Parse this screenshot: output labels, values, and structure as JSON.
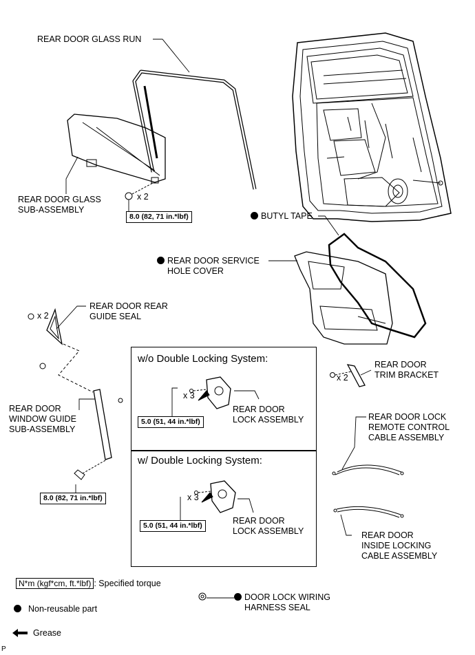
{
  "labels": {
    "glass_run": "REAR DOOR GLASS RUN",
    "glass_sub_1": "REAR DOOR GLASS",
    "glass_sub_2": "SUB-ASSEMBLY",
    "butyl_tape": "BUTYL TAPE",
    "service_cover_1": "REAR DOOR SERVICE",
    "service_cover_2": "HOLE COVER",
    "rear_guide_seal_1": "REAR DOOR REAR",
    "rear_guide_seal_2": "GUIDE SEAL",
    "trim_bracket_1": "REAR DOOR",
    "trim_bracket_2": "TRIM BRACKET",
    "window_guide_1": "REAR DOOR",
    "window_guide_2": "WINDOW GUIDE",
    "window_guide_3": "SUB-ASSEMBLY",
    "lock_assy_a_1": "REAR DOOR",
    "lock_assy_a_2": "LOCK ASSEMBLY",
    "lock_assy_b_1": "REAR DOOR",
    "lock_assy_b_2": "LOCK ASSEMBLY",
    "remote_cable_1": "REAR DOOR LOCK",
    "remote_cable_2": "REMOTE CONTROL",
    "remote_cable_3": "CABLE ASSEMBLY",
    "inside_cable_1": "REAR DOOR",
    "inside_cable_2": "INSIDE LOCKING",
    "inside_cable_3": "CABLE ASSEMBLY",
    "harness_seal_1": "DOOR LOCK WIRING",
    "harness_seal_2": "HARNESS SEAL"
  },
  "quantities": {
    "glass_bolt": "x 2",
    "guide_seal_screw": "x 2",
    "trim_bracket_screw": "x 2",
    "lock_screw_a": "x 3",
    "lock_screw_b": "x 3"
  },
  "torques": {
    "glass_bolt": "8.0 (82, 71 in.*lbf)",
    "window_guide_bolt": "8.0 (82, 71 in.*lbf)",
    "lock_a": "5.0 (51, 44 in.*lbf)",
    "lock_b": "5.0 (51, 44 in.*lbf)"
  },
  "boxes": {
    "without_dls": "w/o Double Locking System:",
    "with_dls": "w/ Double Locking System:"
  },
  "legend": {
    "torque_unit": "N*m (kgf*cm, ft.*lbf)",
    "torque_desc": ": Specified torque",
    "non_reusable": "Non-reusable part",
    "grease": "Grease"
  },
  "footer_code": "P"
}
